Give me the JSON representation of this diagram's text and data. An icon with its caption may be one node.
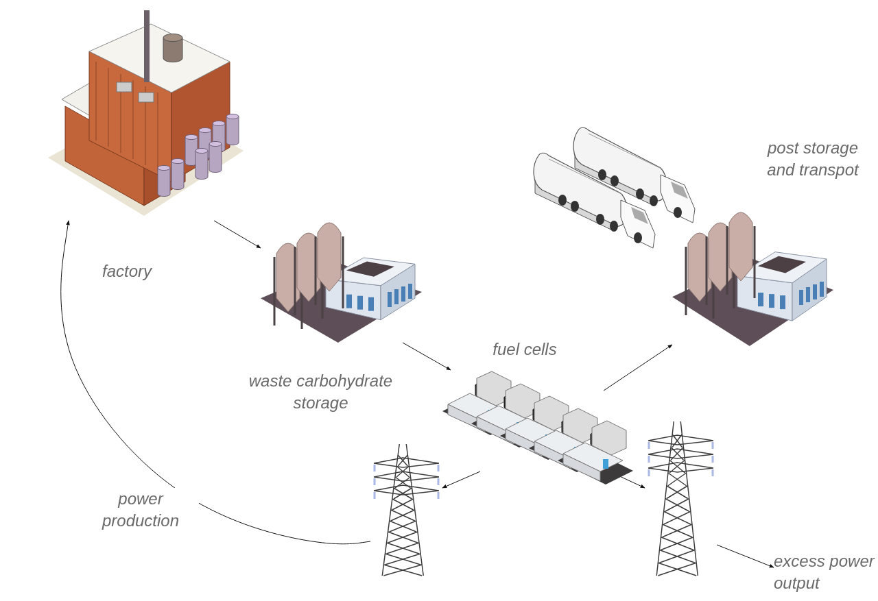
{
  "diagram": {
    "nodes": [
      {
        "text": [],
        "shape": "picture",
        "beside": [
          "factory"
        ]
      },
      {
        "text": [],
        "shape": "picture",
        "beside": [
          "waste carbohydrate storage"
        ]
      },
      {
        "text": [],
        "shape": "picture",
        "beside": [
          "fuel cells"
        ]
      },
      {
        "text": [],
        "shape": "picture",
        "beside": [
          "post storage and transpot"
        ]
      },
      {
        "text": [],
        "shape": "picture"
      },
      {
        "text": [],
        "shape": "picture"
      },
      {
        "text": [
          "excess power output"
        ]
      }
    ],
    "edges": [
      {
        "from": 0,
        "to": 1,
        "arrow": "to"
      },
      {
        "from": 1,
        "to": 2,
        "arrow": "to"
      },
      {
        "from": 2,
        "to": 3,
        "arrow": "to"
      },
      {
        "from": 2,
        "to": 4,
        "arrow": "to"
      },
      {
        "from": 2,
        "to": 5,
        "arrow": "to"
      },
      {
        "from": 4,
        "to": 0,
        "arrow": "to",
        "label": "power production"
      },
      {
        "from": 5,
        "to": 6,
        "arrow": "to"
      }
    ]
  }
}
